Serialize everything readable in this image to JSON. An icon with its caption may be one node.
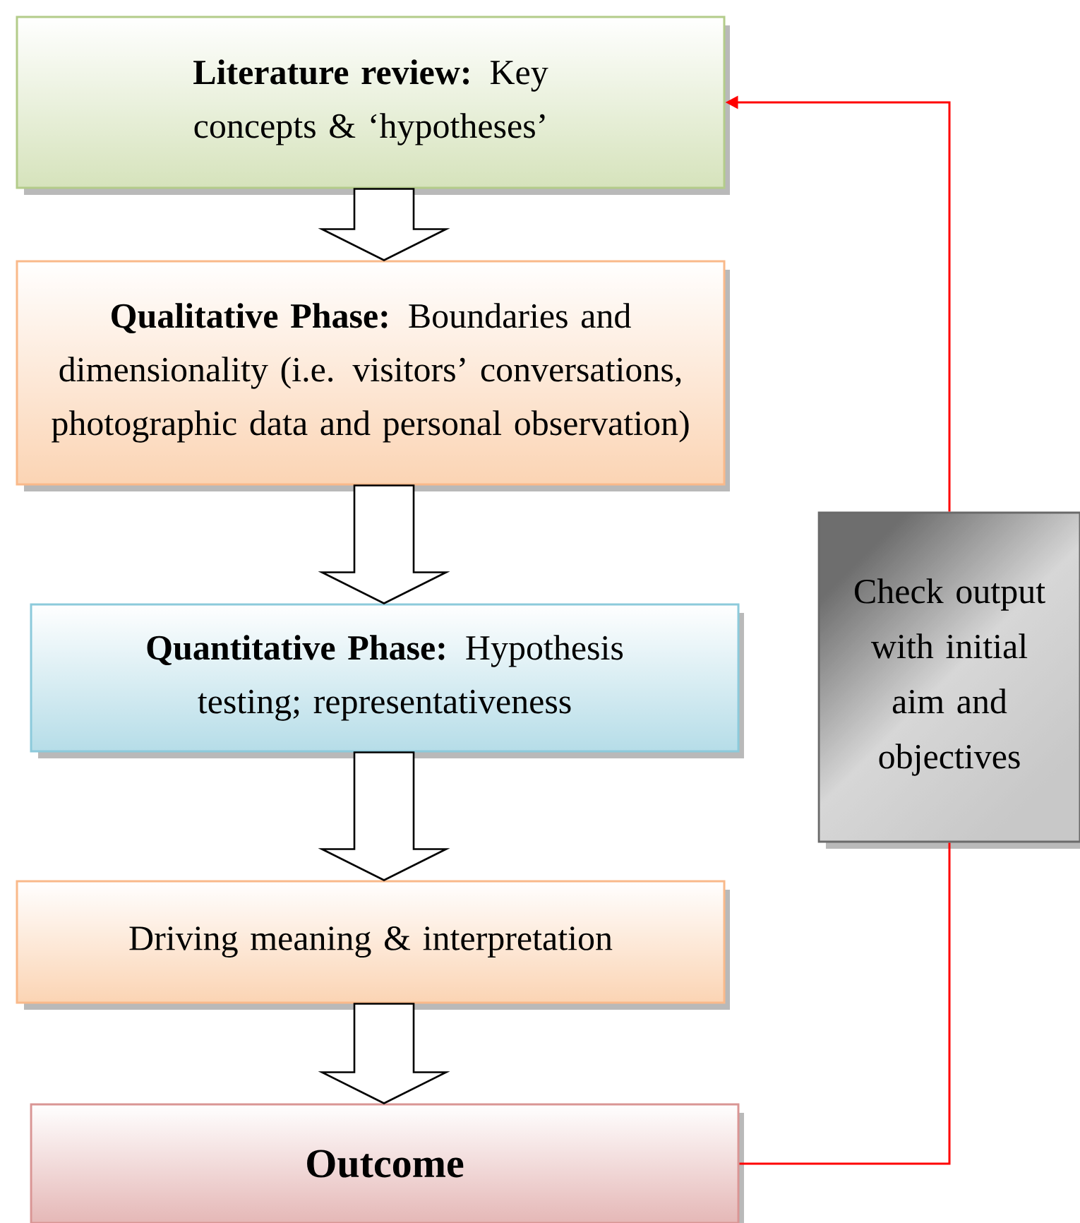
{
  "diagram": {
    "nodes": [
      {
        "text": [
          "**Literature review:** Key concepts & ‘hypotheses’"
        ]
      },
      {
        "text": [
          "**Qualitative Phase:** Boundaries and dimensionality (i.e. visitors’ conversations, photographic data and personal observation)"
        ]
      },
      {
        "text": [
          "**Quantitative Phase:** Hypothesis testing; representativeness"
        ]
      },
      {
        "text": [
          "Driving meaning & interpretation"
        ]
      },
      {
        "text": [
          "Outcome"
        ]
      },
      {
        "text": [
          "Check output with initial aim and objectives"
        ]
      }
    ],
    "edges": [
      {
        "from": 0,
        "to": 1,
        "arrow": "to"
      },
      {
        "from": 1,
        "to": 2,
        "arrow": "to"
      },
      {
        "from": 2,
        "to": 3,
        "arrow": "to"
      },
      {
        "from": 3,
        "to": 4,
        "arrow": "to"
      },
      {
        "from": 4,
        "to": 5,
        "arrow": "none",
        "color": "#ff0000"
      },
      {
        "from": 5,
        "to": 0,
        "arrow": "to",
        "color": "#ff0000"
      }
    ]
  }
}
